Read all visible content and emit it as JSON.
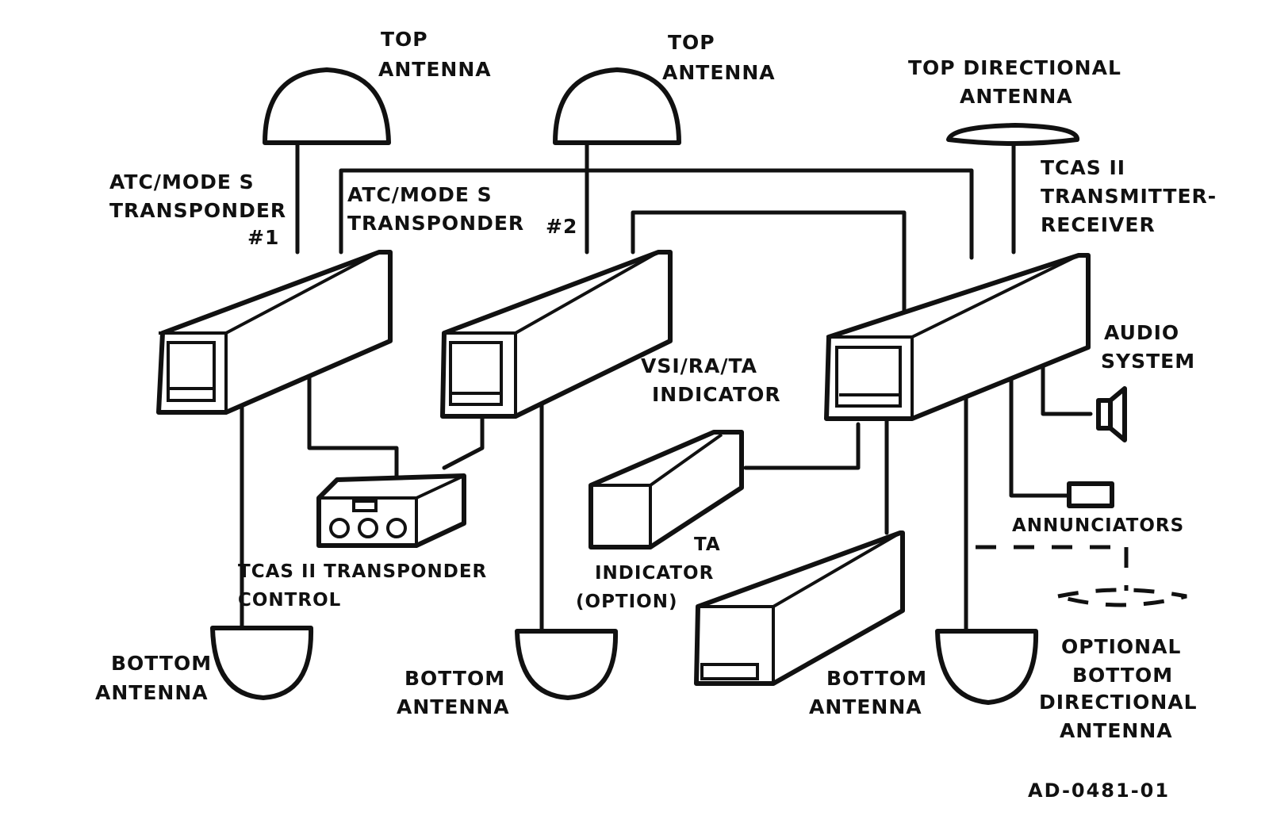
{
  "labels": {
    "top_antenna_1": [
      "TOP",
      "ANTENNA"
    ],
    "top_antenna_2": [
      "TOP",
      "ANTENNA"
    ],
    "top_directional_antenna": [
      "TOP DIRECTIONAL",
      "ANTENNA"
    ],
    "transponder_1": [
      "ATC/MODE S",
      "TRANSPONDER",
      "#1"
    ],
    "transponder_2": [
      "ATC/MODE S",
      "TRANSPONDER",
      "#2"
    ],
    "tcas_unit": [
      "TCAS II",
      "TRANSMITTER-",
      "RECEIVER"
    ],
    "audio_system": [
      "AUDIO",
      "SYSTEM"
    ],
    "vsi_indicator": [
      "VSI/RA/TA",
      "INDICATOR"
    ],
    "annunciators": "ANNUNCIATORS",
    "tcas_control": [
      "TCAS II TRANSPONDER",
      "CONTROL"
    ],
    "ta_indicator": [
      "TA",
      "INDICATOR",
      "(OPTION)"
    ],
    "bottom_antenna_1": [
      "BOTTOM",
      "ANTENNA"
    ],
    "bottom_antenna_2": [
      "BOTTOM",
      "ANTENNA"
    ],
    "bottom_antenna_3": [
      "BOTTOM",
      "ANTENNA"
    ],
    "optional_bottom_directional": [
      "OPTIONAL",
      "BOTTOM",
      "DIRECTIONAL",
      "ANTENNA"
    ]
  },
  "reference_number": "AD-0481-01",
  "colors": {
    "ink": "#111111",
    "paper": "#ffffff"
  }
}
